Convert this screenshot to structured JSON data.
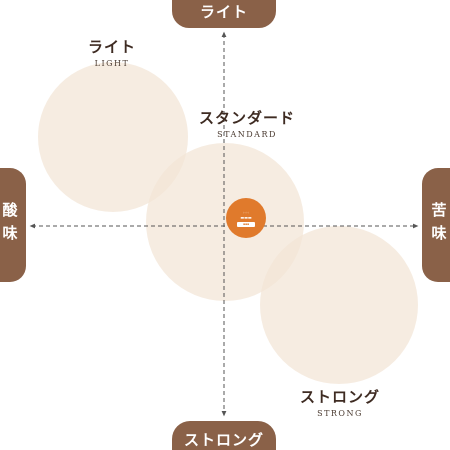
{
  "axes": {
    "top": "ライト",
    "bottom": "ストロング",
    "left": "酸味",
    "right": "苦味"
  },
  "zones": [
    {
      "jp": "ライト",
      "en": "LIGHT"
    },
    {
      "jp": "スタンダード",
      "en": "STANDARD"
    },
    {
      "jp": "ストロング",
      "en": "STRONG"
    }
  ],
  "colors": {
    "pill": "#8a6148",
    "circle": "#f3e4d6",
    "badge": "#e07a2c",
    "axis_line": "#555555",
    "label_text": "#3e2b22"
  },
  "center_badge": {
    "icon": "product-logo-badge"
  }
}
